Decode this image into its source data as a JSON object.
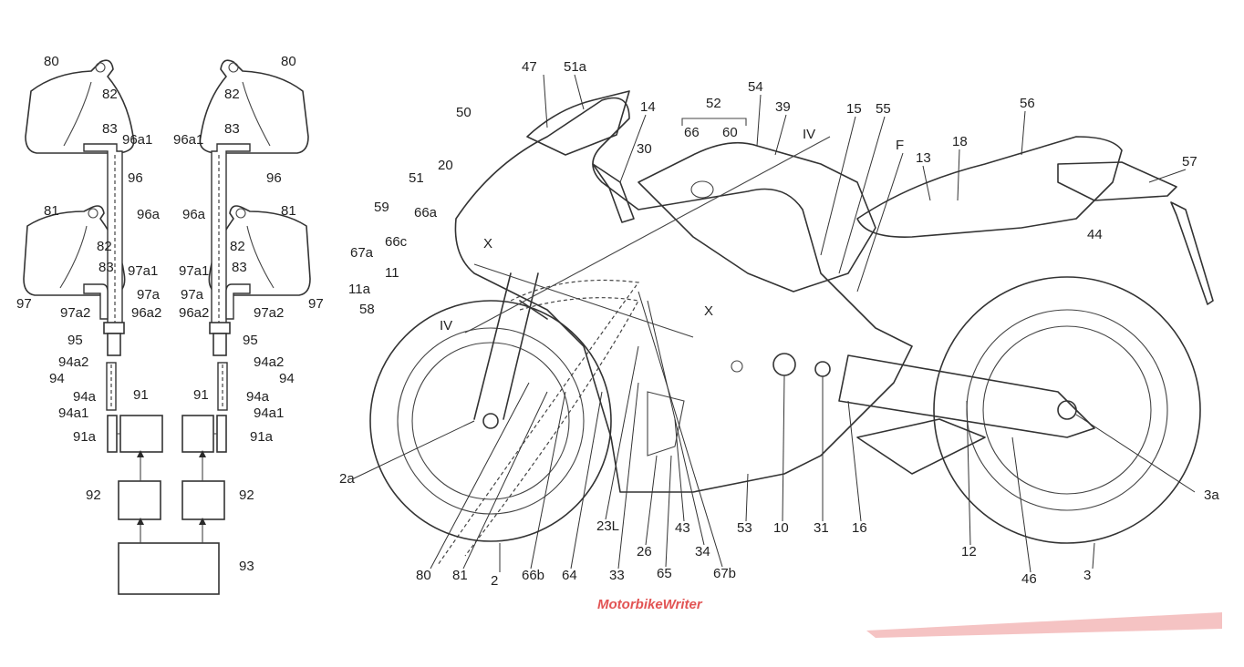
{
  "diagram": {
    "left_labels": [
      "80",
      "82",
      "83",
      "96a1",
      "96",
      "96a",
      "81",
      "82",
      "83",
      "97a1",
      "97a",
      "97",
      "97a2",
      "96a2",
      "95",
      "94a2",
      "94",
      "94a",
      "94a1",
      "91a",
      "91",
      "92",
      "93"
    ],
    "right_labels": [
      "80",
      "82",
      "83",
      "96a1",
      "96",
      "96a",
      "81",
      "82",
      "83",
      "97a1",
      "97a",
      "97",
      "96a2",
      "97a2",
      "95",
      "94a2",
      "94",
      "94a",
      "94a1",
      "91",
      "91a",
      "92",
      "93"
    ],
    "moto_labels": [
      "47",
      "51a",
      "14",
      "52",
      "54",
      "39",
      "IV",
      "15",
      "55",
      "56",
      "50",
      "66",
      "60",
      "F",
      "18",
      "13",
      "57",
      "30",
      "20",
      "51",
      "59",
      "66a",
      "44",
      "X",
      "66c",
      "67a",
      "11",
      "11a",
      "58",
      "X",
      "IV",
      "2a",
      "80",
      "81",
      "2",
      "66b",
      "64",
      "33",
      "23L",
      "26",
      "65",
      "43",
      "34",
      "67b",
      "53",
      "10",
      "31",
      "16",
      "12",
      "46",
      "3",
      "3a"
    ]
  },
  "watermark": {
    "text": "MotorbikeWriter",
    "color": "#e25454"
  }
}
